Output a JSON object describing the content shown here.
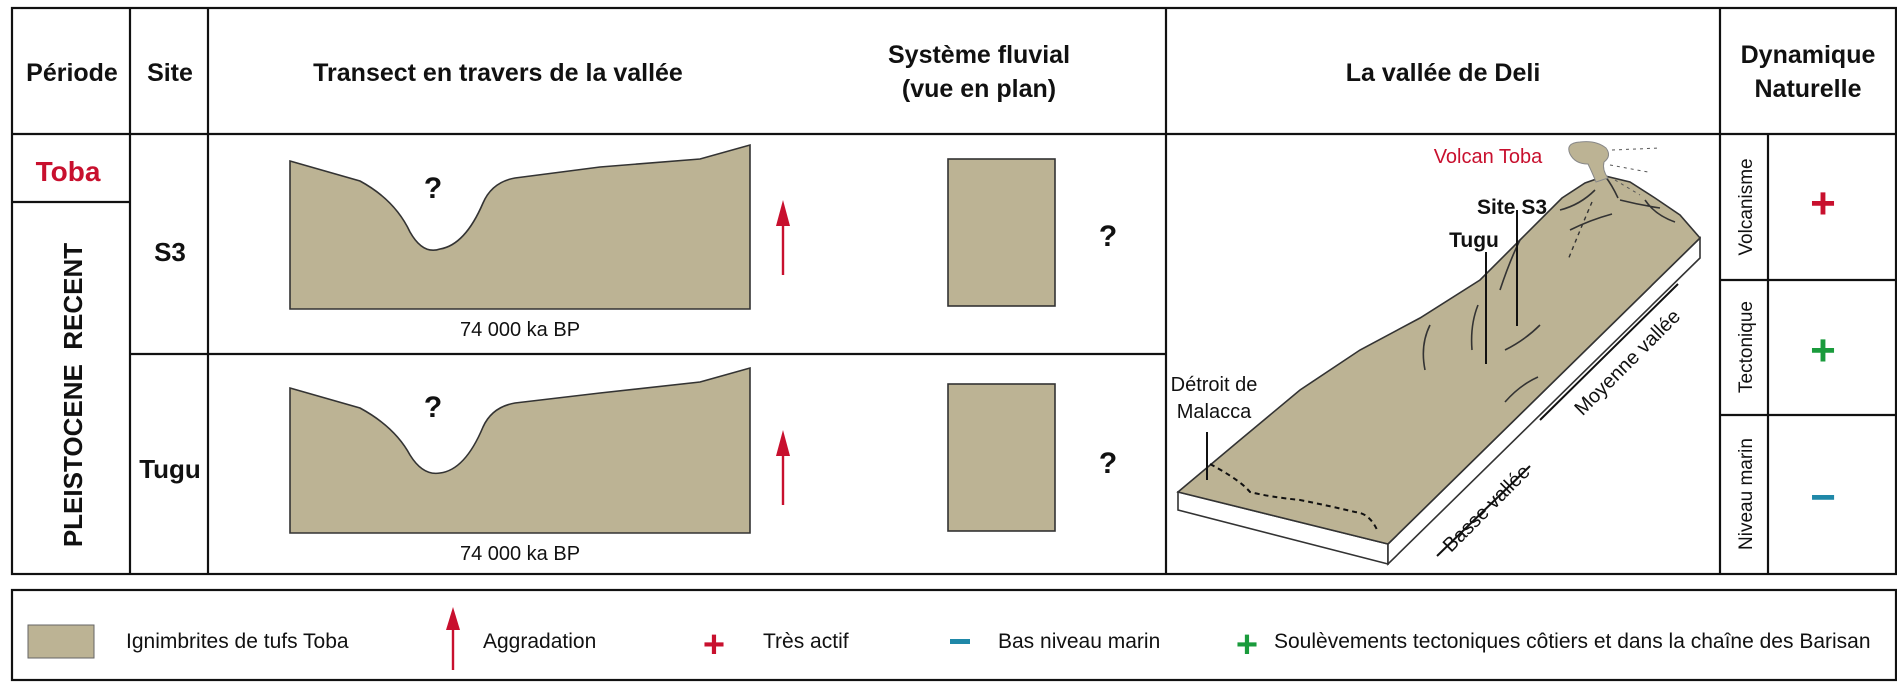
{
  "header": {
    "periode": "Période",
    "site": "Site",
    "transect": "Transect en travers de la vallée",
    "fluvial_line1": "Système fluvial",
    "fluvial_line2": "(vue en plan)",
    "vallee": "La vallée de Deli",
    "dynamique_line1": "Dynamique",
    "dynamique_line2": "Naturelle"
  },
  "periods": {
    "toba": "Toba",
    "pleistocene": "PLEISTOCENE  RECENT"
  },
  "sites": [
    "S3",
    "Tugu"
  ],
  "transect_labels": [
    "74 000 ka BP",
    "74 000 ka BP"
  ],
  "question_mark": "?",
  "map": {
    "volcan": "Volcan Toba",
    "site_s3": "Site S3",
    "tugu": "Tugu",
    "detroit_line1": "Détroit de",
    "detroit_line2": "Malacca",
    "moyenne": "Moyenne vallée",
    "basse": "Basse vallée"
  },
  "dynamics": [
    {
      "label": "Volcanisme",
      "symbol": "+",
      "color": "#c8102e"
    },
    {
      "label": "Tectonique",
      "symbol": "+",
      "color": "#1a9b3c"
    },
    {
      "label": "Niveau marin",
      "symbol": "−",
      "color": "#1f88a8"
    }
  ],
  "legend": {
    "ignimbrites": "Ignimbrites de tufs Toba",
    "aggradation": "Aggradation",
    "tres_actif": "Très actif",
    "bas_niveau": "Bas niveau marin",
    "soulevements": "Soulèvements tectoniques côtiers et dans la chaîne des Barisan"
  },
  "colors": {
    "tuff": "#bcb394",
    "red": "#c8102e",
    "green": "#1a9b3c",
    "teal": "#1f88a8"
  }
}
